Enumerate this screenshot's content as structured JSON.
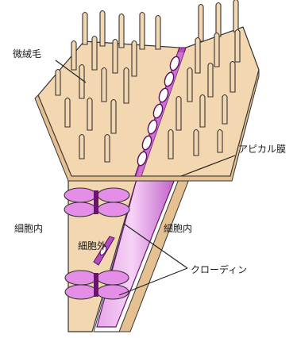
{
  "labels": {
    "microvilli": "微絨毛",
    "apical_membrane": "アピカル膜",
    "intracellular_left": "細胞内",
    "intracellular_right": "細胞内",
    "extracellular": "細胞外",
    "claudin": "クローディン"
  },
  "colors": {
    "cell": "#f3d7b0",
    "cell_shadow": "#e5c090",
    "outline": "#333333",
    "claudin": "#e58ee8",
    "claudin_dark": "#b44bc2",
    "strand_dark": "#6a146f"
  }
}
